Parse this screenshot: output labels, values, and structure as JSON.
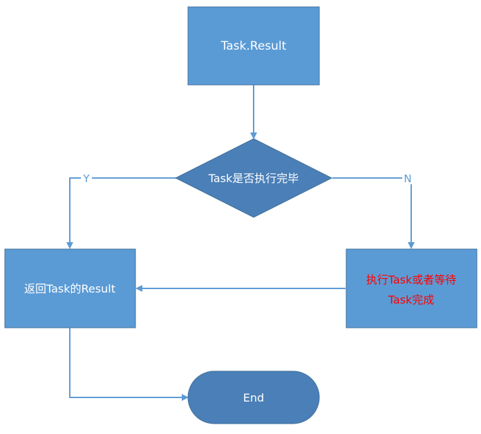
{
  "nodes": {
    "start": {
      "label": "Task.Result"
    },
    "decision": {
      "label": "Task是否执行完毕"
    },
    "return_result": {
      "label": "返回Task的Result"
    },
    "execute_wait": {
      "label_line1": "执行Task或者等待",
      "label_line2": "Task完成"
    },
    "end": {
      "label": "End"
    }
  },
  "edges": {
    "yes_label": "Y",
    "no_label": "N"
  },
  "colors": {
    "box_fill": "#5b9bd5",
    "box_stroke": "#41719c",
    "decision_fill": "#4a7fb7",
    "end_fill": "#4a7fb7",
    "connector": "#5b9bd5",
    "text_white": "#ffffff",
    "text_red": "#ff0000"
  }
}
